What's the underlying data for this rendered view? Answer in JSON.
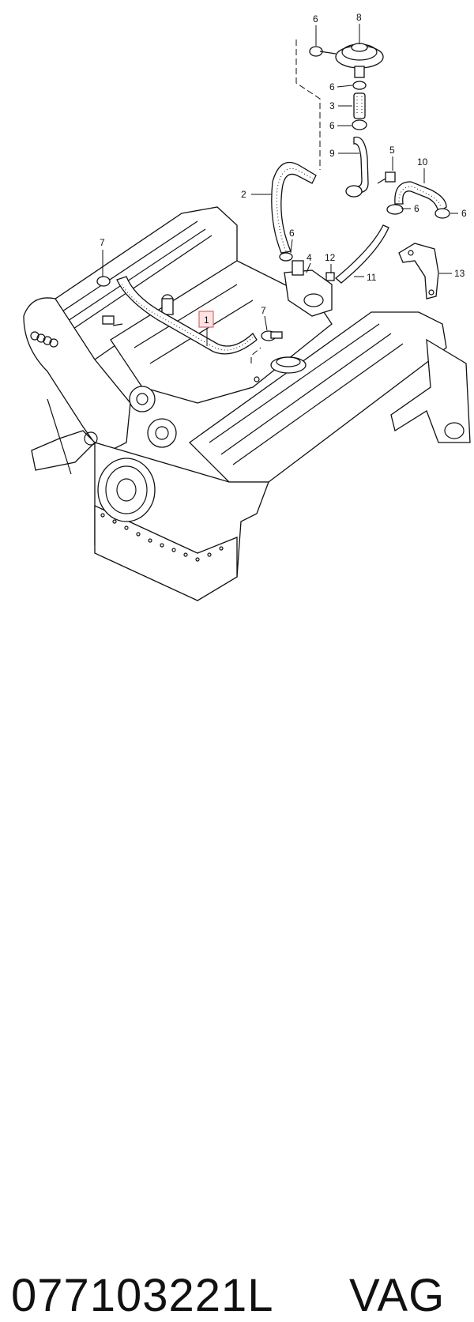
{
  "diagram": {
    "callouts": [
      {
        "id": "c6a",
        "label": "6"
      },
      {
        "id": "c8",
        "label": "8"
      },
      {
        "id": "c6b",
        "label": "6"
      },
      {
        "id": "c3",
        "label": "3"
      },
      {
        "id": "c6c",
        "label": "6"
      },
      {
        "id": "c9",
        "label": "9"
      },
      {
        "id": "c5",
        "label": "5"
      },
      {
        "id": "c10",
        "label": "10"
      },
      {
        "id": "c2",
        "label": "2"
      },
      {
        "id": "c6d",
        "label": "6"
      },
      {
        "id": "c6e",
        "label": "6"
      },
      {
        "id": "c7a",
        "label": "7"
      },
      {
        "id": "c6f",
        "label": "6"
      },
      {
        "id": "c4",
        "label": "4"
      },
      {
        "id": "c12",
        "label": "12"
      },
      {
        "id": "c11",
        "label": "11"
      },
      {
        "id": "c13",
        "label": "13"
      },
      {
        "id": "c1",
        "label": "1",
        "highlighted": true
      },
      {
        "id": "c7b",
        "label": "7"
      }
    ],
    "highlight_color": "#d46a6a"
  },
  "footer": {
    "part_number": "077103221L",
    "brand": "VAG"
  }
}
